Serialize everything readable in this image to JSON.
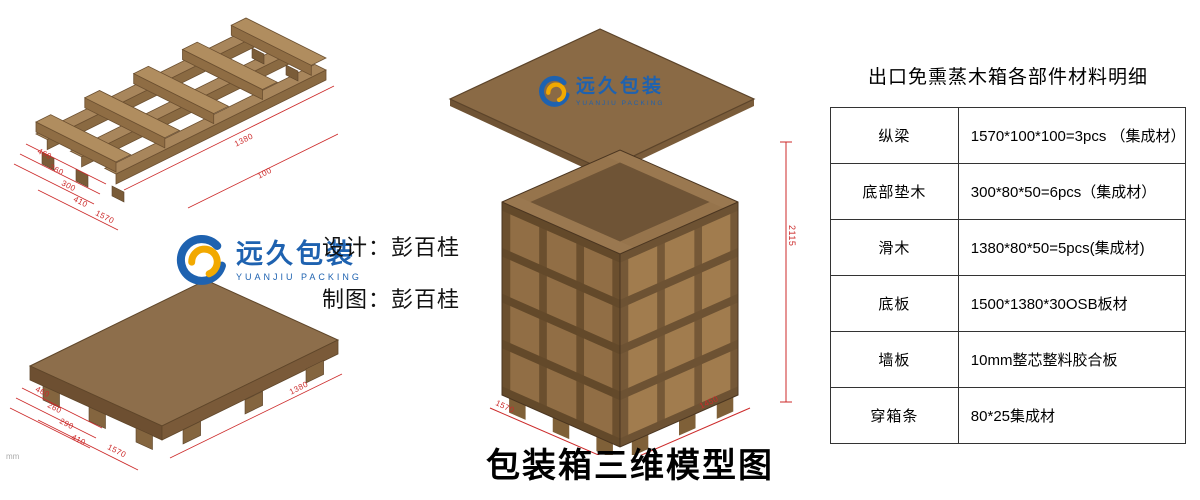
{
  "sheet": {
    "title": "包装箱三维模型图",
    "unit_note": "mm"
  },
  "credits": {
    "design": "设计：彭百桂",
    "draft": "制图：彭百桂"
  },
  "logo": {
    "name": "远久包装",
    "subtitle": "YUANJIU PACKING"
  },
  "materials_table": {
    "title": "出口免熏蒸木箱各部件材料明细",
    "rows": [
      {
        "part": "纵梁",
        "spec": "1570*100*100=3pcs （集成材）"
      },
      {
        "part": "底部垫木",
        "spec": "300*80*50=6pcs（集成材）"
      },
      {
        "part": "滑木",
        "spec": "1380*80*50=5pcs(集成材)"
      },
      {
        "part": "底板",
        "spec": "1500*1380*30OSB板材"
      },
      {
        "part": "墙板",
        "spec": "10mm整芯整料胶合板"
      },
      {
        "part": "穿箱条",
        "spec": "80*25集成材"
      }
    ]
  },
  "dimensions": {
    "pallet_frame": {
      "a": "460",
      "b": "260",
      "c": "300",
      "d": "410",
      "length": "1570",
      "width": "1380",
      "height": "100"
    },
    "pallet_deck": {
      "a": "460",
      "b": "260",
      "c": "290",
      "d": "410",
      "length": "1570",
      "width": "1380"
    },
    "crate": {
      "depth": "1570",
      "width": "1450",
      "height": "2115"
    }
  },
  "colors": {
    "brand_blue": "#1e62b0",
    "brand_yellow": "#f2a900",
    "dimension_red": "#cc2a2a",
    "wood_mid": "#8d6e4b"
  }
}
